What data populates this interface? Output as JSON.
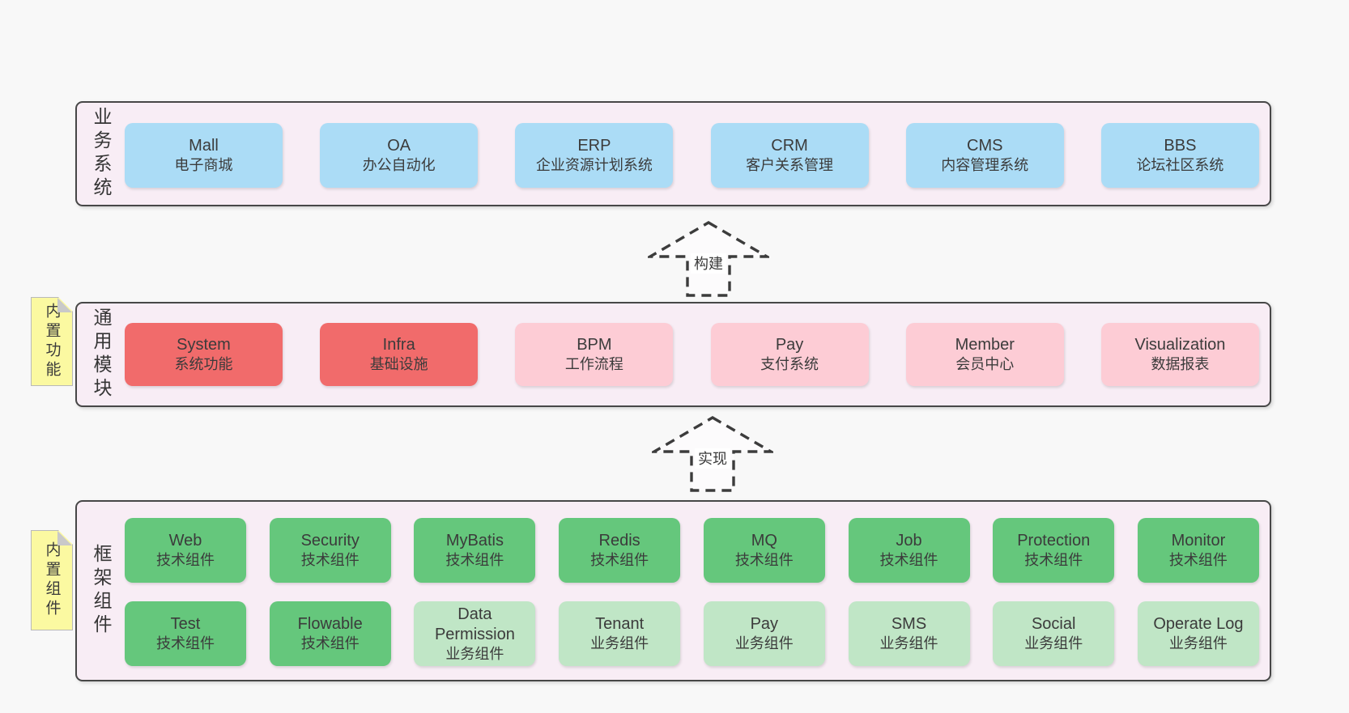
{
  "colors": {
    "page_bg": "#f8f8f8",
    "band_bg": "#f8edf5",
    "band_border": "#474747",
    "blue_box": "#abdcf6",
    "red_box": "#f16b6b",
    "pink_box": "#fdccd5",
    "green_box": "#65c77c",
    "light_green_box": "#c0e6c6",
    "sticky_yellow": "#fbf9a1",
    "text": "#3b3b3b"
  },
  "arrows": [
    {
      "label": "构建"
    },
    {
      "label": "实现"
    }
  ],
  "bands": [
    {
      "label": "业务系统",
      "boxes": [
        {
          "title": "Mall",
          "subtitle": "电子商城"
        },
        {
          "title": "OA",
          "subtitle": "办公自动化"
        },
        {
          "title": "ERP",
          "subtitle": "企业资源计划系统"
        },
        {
          "title": "CRM",
          "subtitle": "客户关系管理"
        },
        {
          "title": "CMS",
          "subtitle": "内容管理系统"
        },
        {
          "title": "BBS",
          "subtitle": "论坛社区系统"
        }
      ]
    },
    {
      "label": "通用模块",
      "sticky": "内置功能",
      "boxes": [
        {
          "title": "System",
          "subtitle": "系统功能"
        },
        {
          "title": "Infra",
          "subtitle": "基础设施"
        },
        {
          "title": "BPM",
          "subtitle": "工作流程"
        },
        {
          "title": "Pay",
          "subtitle": "支付系统"
        },
        {
          "title": "Member",
          "subtitle": "会员中心"
        },
        {
          "title": "Visualization",
          "subtitle": "数据报表"
        }
      ]
    },
    {
      "label": "框架组件",
      "sticky": "内置组件",
      "rows": [
        {
          "boxes": [
            {
              "title": "Web",
              "subtitle": "技术组件"
            },
            {
              "title": "Security",
              "subtitle": "技术组件"
            },
            {
              "title": "MyBatis",
              "subtitle": "技术组件"
            },
            {
              "title": "Redis",
              "subtitle": "技术组件"
            },
            {
              "title": "MQ",
              "subtitle": "技术组件"
            },
            {
              "title": "Job",
              "subtitle": "技术组件"
            },
            {
              "title": "Protection",
              "subtitle": "技术组件"
            },
            {
              "title": "Monitor",
              "subtitle": "技术组件"
            }
          ]
        },
        {
          "boxes": [
            {
              "title": "Test",
              "subtitle": "技术组件"
            },
            {
              "title": "Flowable",
              "subtitle": "技术组件"
            },
            {
              "title": "Data Permission",
              "subtitle": "业务组件"
            },
            {
              "title": "Tenant",
              "subtitle": "业务组件"
            },
            {
              "title": "Pay",
              "subtitle": "业务组件"
            },
            {
              "title": "SMS",
              "subtitle": "业务组件"
            },
            {
              "title": "Social",
              "subtitle": "业务组件"
            },
            {
              "title": "Operate Log",
              "subtitle": "业务组件"
            }
          ]
        }
      ]
    }
  ]
}
